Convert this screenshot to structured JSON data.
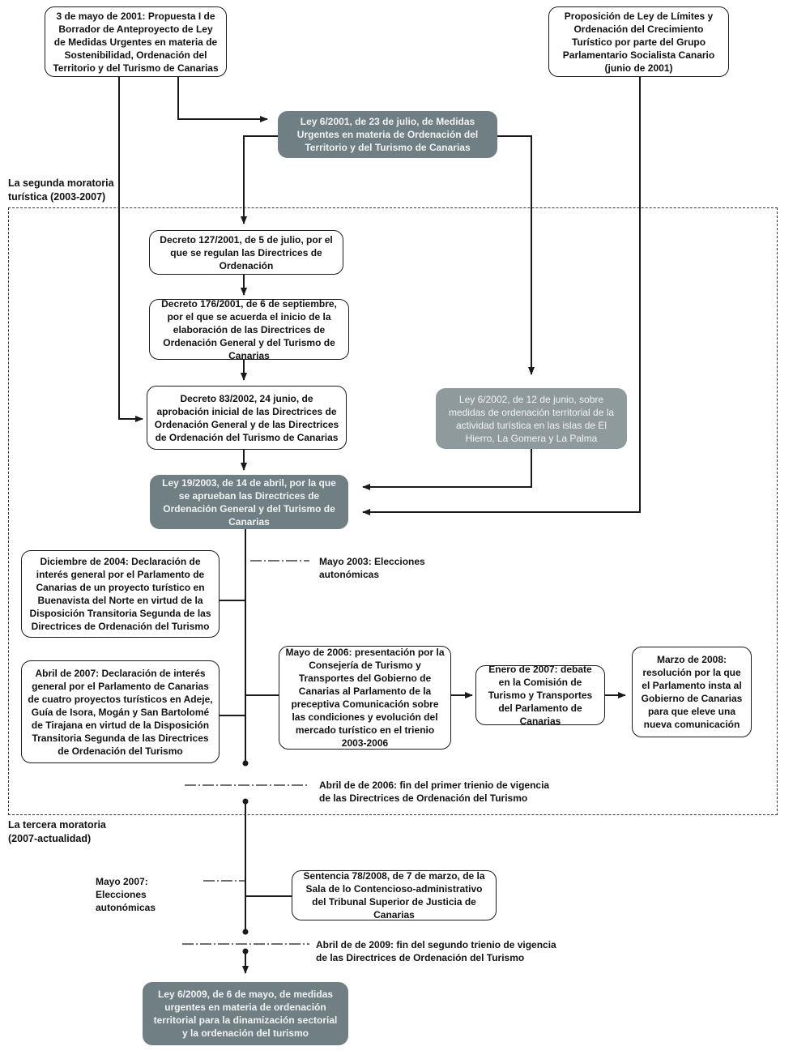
{
  "sections": {
    "second": "La segunda moratoria turística (2003-2007)",
    "third": "La tercera moratoria (2007-actualidad)"
  },
  "boxes": {
    "propuesta_2001": "3 de mayo de 2001: Propuesta I de Borrador de Anteproyecto de Ley de Medidas Urgentes en materia de Sostenibilidad, Ordenación del Territorio y del Turismo de Canarias",
    "proposicion_ley": "Proposición de Ley de Límites y Ordenación del Crecimiento Turístico por parte del Grupo Parlamentario Socialista Canario (junio de 2001)",
    "ley_6_2001": "Ley 6/2001, de 23 de julio, de Medidas Urgentes en materia de Ordenación del Territorio y del Turismo de Canarias",
    "decreto_127": "Decreto 127/2001, de 5 de julio, por el que se regulan las Directrices de Ordenación",
    "decreto_176": "Decreto 176/2001, de 6 de septiembre, por el que se acuerda el inicio de la elaboración de las Directrices de Ordenación General y del Turismo de Canarias",
    "decreto_83": "Decreto 83/2002, 24 junio, de aprobación inicial de las Directrices de Ordenación General y de las Directrices de Ordenación del Turismo de Canarias",
    "ley_6_2002": "Ley 6/2002, de 12 de junio, sobre medidas de ordenación territorial de la actividad turística en las islas de El Hierro, La Gomera y La Palma",
    "ley_19_2003": "Ley 19/2003, de 14 de abril, por la que se aprueban las Directrices de Ordenación General y del Turismo de Canarias",
    "dic_2004": "Diciembre de 2004: Declaración de interés general por el Parlamento de Canarias de un proyecto turístico en Buenavista del Norte en virtud de la Disposición Transitoria Segunda de las Directrices de Ordenación del Turismo",
    "abr_2007": "Abril de 2007: Declaración de interés general por el Parlamento de Canarias de cuatro proyectos turísticos en Adeje, Guía de Isora, Mogán y San Bartolomé de Tirajana en virtud de la Disposición Transitoria Segunda de las Directrices de Ordenación del Turismo",
    "mayo_2006": "Mayo de 2006: presentación por la Consejería de Turismo y Transportes del Gobierno de Canarias al Parlamento de la preceptiva Comunicación sobre las condiciones y evolución del mercado turístico en el trienio 2003-2006",
    "enero_2007": "Enero de 2007: debate en la Comisión de Turismo y Transportes del Parlamento de Canarias",
    "marzo_2008": "Marzo de 2008: resolución por la que el Parlamento insta al Gobierno de Canarias para que eleve una nueva comunicación",
    "sentencia_78": "Sentencia 78/2008, de 7 de marzo, de la Sala de lo Contencioso-administrativo del Tribunal Superior de Justicia de Canarias",
    "ley_6_2009": "Ley 6/2009, de 6 de mayo, de medidas urgentes en materia de ordenación territorial para la dinamización sectorial y la ordenación del turismo"
  },
  "notes": {
    "mayo_2003": "Mayo 2003: Elecciones autonómicas",
    "abril_2006": "Abril de de 2006: fin del primer trienio de vigencia de las Directrices de Ordenación del Turismo",
    "mayo_2007": "Mayo 2007: Elecciones autonómicas",
    "abril_2009": "Abril de de 2009: fin del segundo trienio de vigencia de las Directrices de Ordenación del Turismo"
  },
  "colors": {
    "dark_box": "#6f7f83",
    "light_box": "#8f9a9d",
    "line": "#1a1a1a"
  }
}
